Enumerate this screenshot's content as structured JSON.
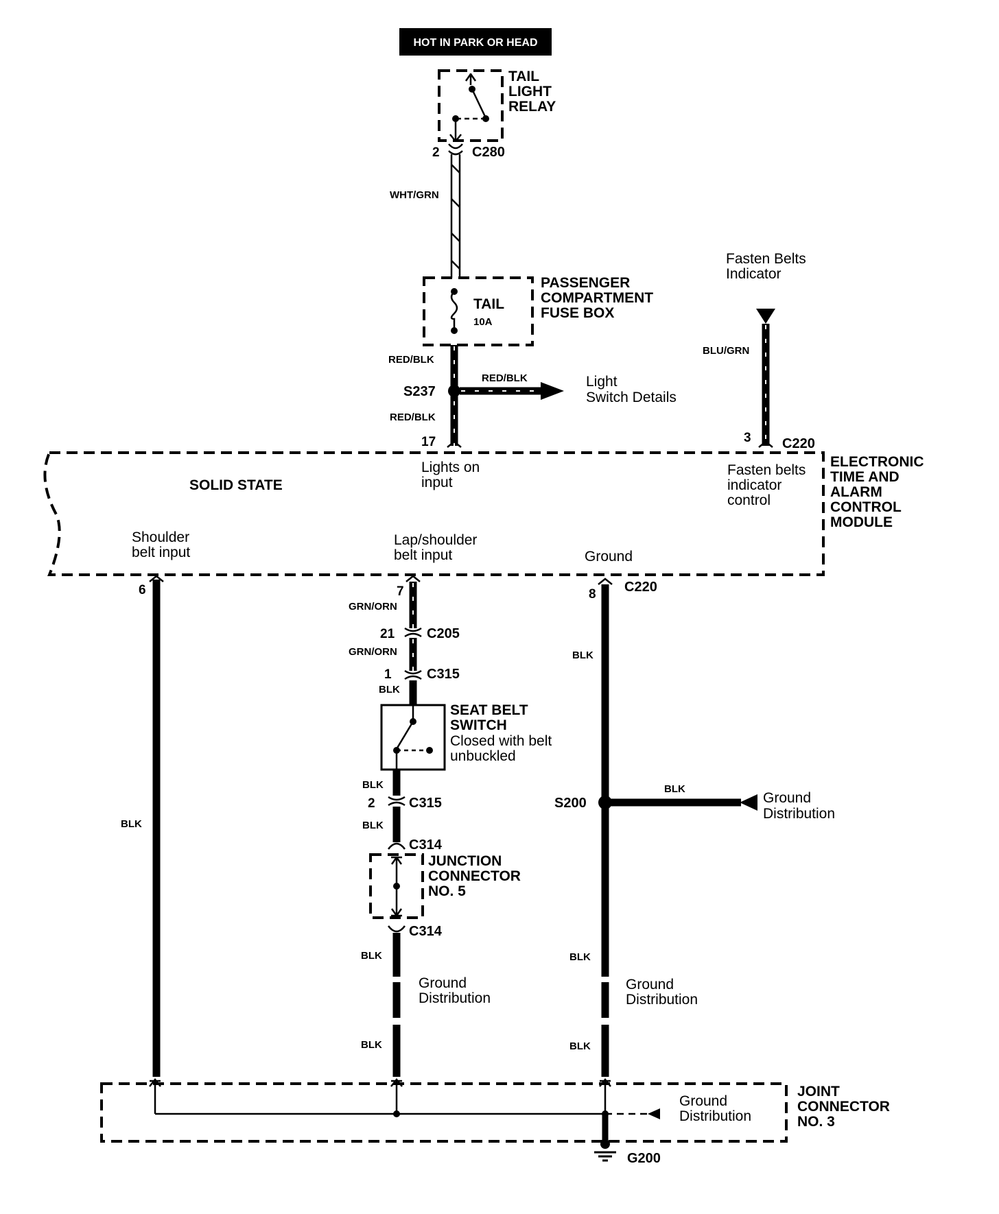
{
  "header": {
    "hot_label": "HOT IN PARK OR HEAD"
  },
  "tail_light_relay": {
    "label_1": "TAIL",
    "label_2": "LIGHT",
    "label_3": "RELAY",
    "pin": "2",
    "connector": "C280"
  },
  "wire_top": {
    "color": "WHT/GRN"
  },
  "fuse_box": {
    "label_1": "PASSENGER",
    "label_2": "COMPARTMENT",
    "label_3": "FUSE BOX",
    "fuse_name": "TAIL",
    "fuse_rating": "10A"
  },
  "splice_s237": {
    "name": "S237",
    "wire_above": "RED/BLK",
    "wire_below": "RED/BLK",
    "wire_branch": "RED/BLK",
    "dest_1": "Light",
    "dest_2": "Switch Details"
  },
  "fasten_belts": {
    "title_1": "Fasten Belts",
    "title_2": "Indicator",
    "wire": "BLU/GRN",
    "pin": "3",
    "connector": "C220"
  },
  "module": {
    "name_1": "ELECTRONIC",
    "name_2": "TIME AND",
    "name_3": "ALARM",
    "name_4": "CONTROL",
    "name_5": "MODULE",
    "solid_state": "SOLID STATE",
    "pin_17": "17",
    "lights_on_1": "Lights on",
    "lights_on_2": "input",
    "fasten_ctrl_1": "Fasten belts",
    "fasten_ctrl_2": "indicator",
    "fasten_ctrl_3": "control",
    "shoulder_1": "Shoulder",
    "shoulder_2": "belt input",
    "lap_1": "Lap/shoulder",
    "lap_2": "belt input",
    "ground": "Ground"
  },
  "left_wire": {
    "pin": "6",
    "color": "BLK"
  },
  "mid_wire": {
    "pin": "7",
    "color_1": "GRN/ORN",
    "c205_pin": "21",
    "c205": "C205",
    "color_2": "GRN/ORN",
    "c315_pin_1": "1",
    "c315_a": "C315",
    "color_3": "BLK",
    "switch_1": "SEAT BELT",
    "switch_2": "SWITCH",
    "switch_3": "Closed with belt",
    "switch_4": "unbuckled",
    "color_4": "BLK",
    "c315_pin_2": "2",
    "c315_b": "C315",
    "color_5": "BLK",
    "c314_a": "C314",
    "jc_1": "JUNCTION",
    "jc_2": "CONNECTOR",
    "jc_3": "NO. 5",
    "c314_b": "C314",
    "color_6": "BLK",
    "gd_1": "Ground",
    "gd_2": "Distribution",
    "color_7": "BLK"
  },
  "right_wire": {
    "pin": "8",
    "connector": "C220",
    "color_1": "BLK",
    "splice": "S200",
    "branch_color": "BLK",
    "gd_1": "Ground",
    "gd_2": "Distribution",
    "color_2": "BLK",
    "gd2_1": "Ground",
    "gd2_2": "Distribution",
    "color_3": "BLK"
  },
  "joint_connector": {
    "label_1": "JOINT",
    "label_2": "CONNECTOR",
    "label_3": "NO. 3",
    "gd_1": "Ground",
    "gd_2": "Distribution",
    "ground": "G200"
  }
}
